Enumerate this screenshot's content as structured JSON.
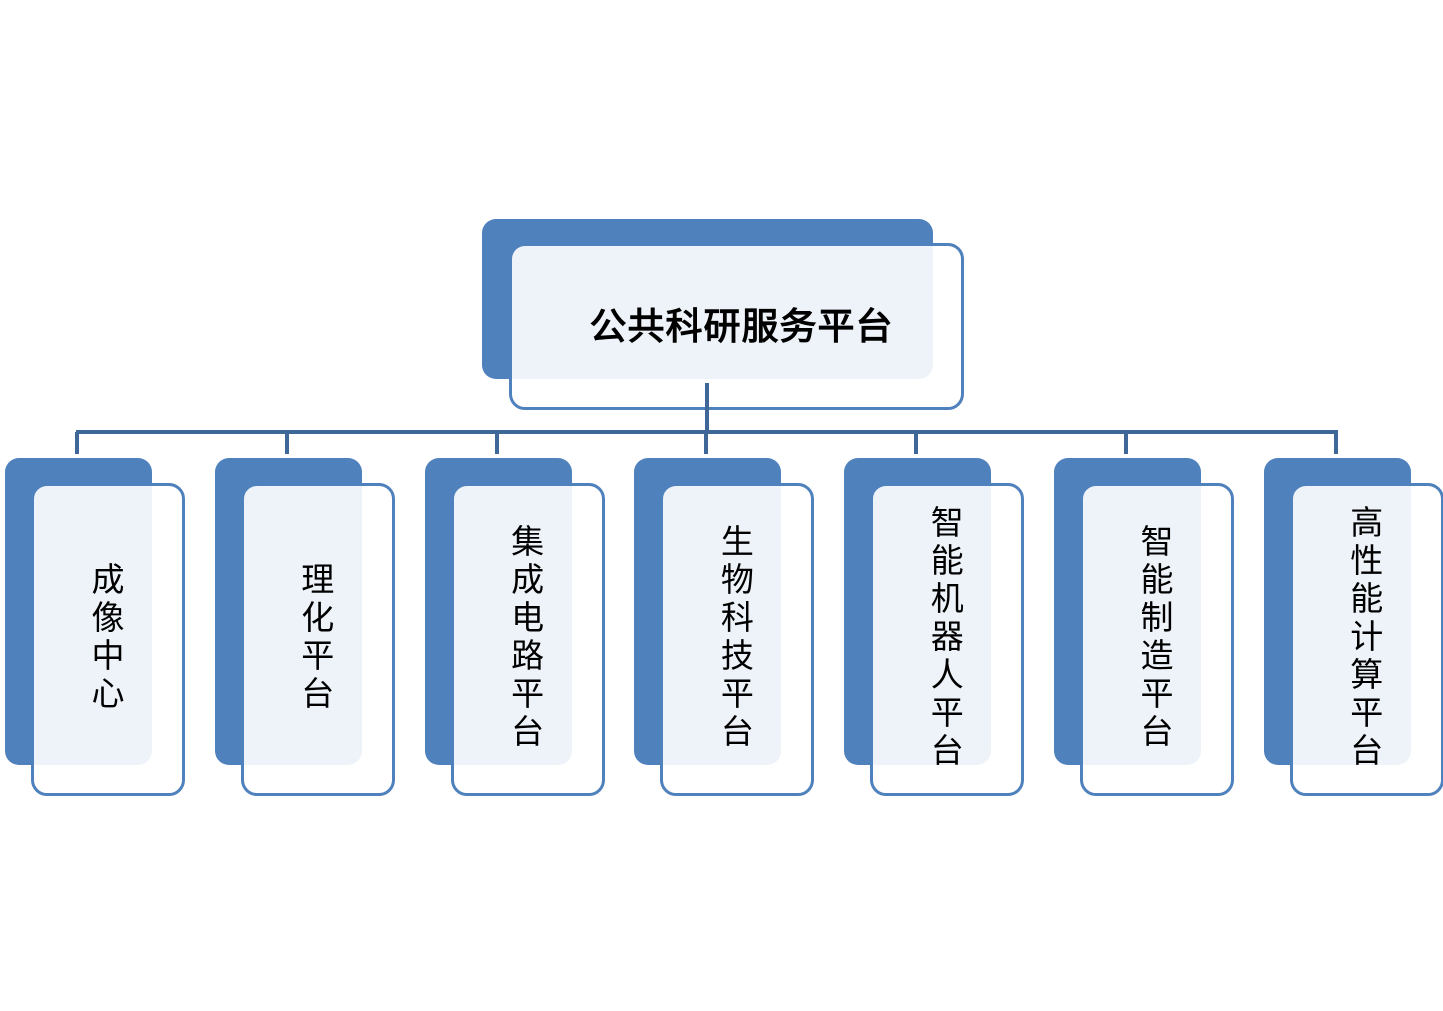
{
  "root": {
    "label": "公共科研服务平台"
  },
  "children": [
    {
      "label": "成像中心"
    },
    {
      "label": "理化平台"
    },
    {
      "label": "集成电路平台"
    },
    {
      "label": "生物科技平台"
    },
    {
      "label": "智能机器人平台"
    },
    {
      "label": "智能制造平台"
    },
    {
      "label": "高性能计算平台"
    }
  ],
  "colors": {
    "accent": "#4F81BD",
    "connector": "#3F6899",
    "fill": "#EDF2F9"
  }
}
